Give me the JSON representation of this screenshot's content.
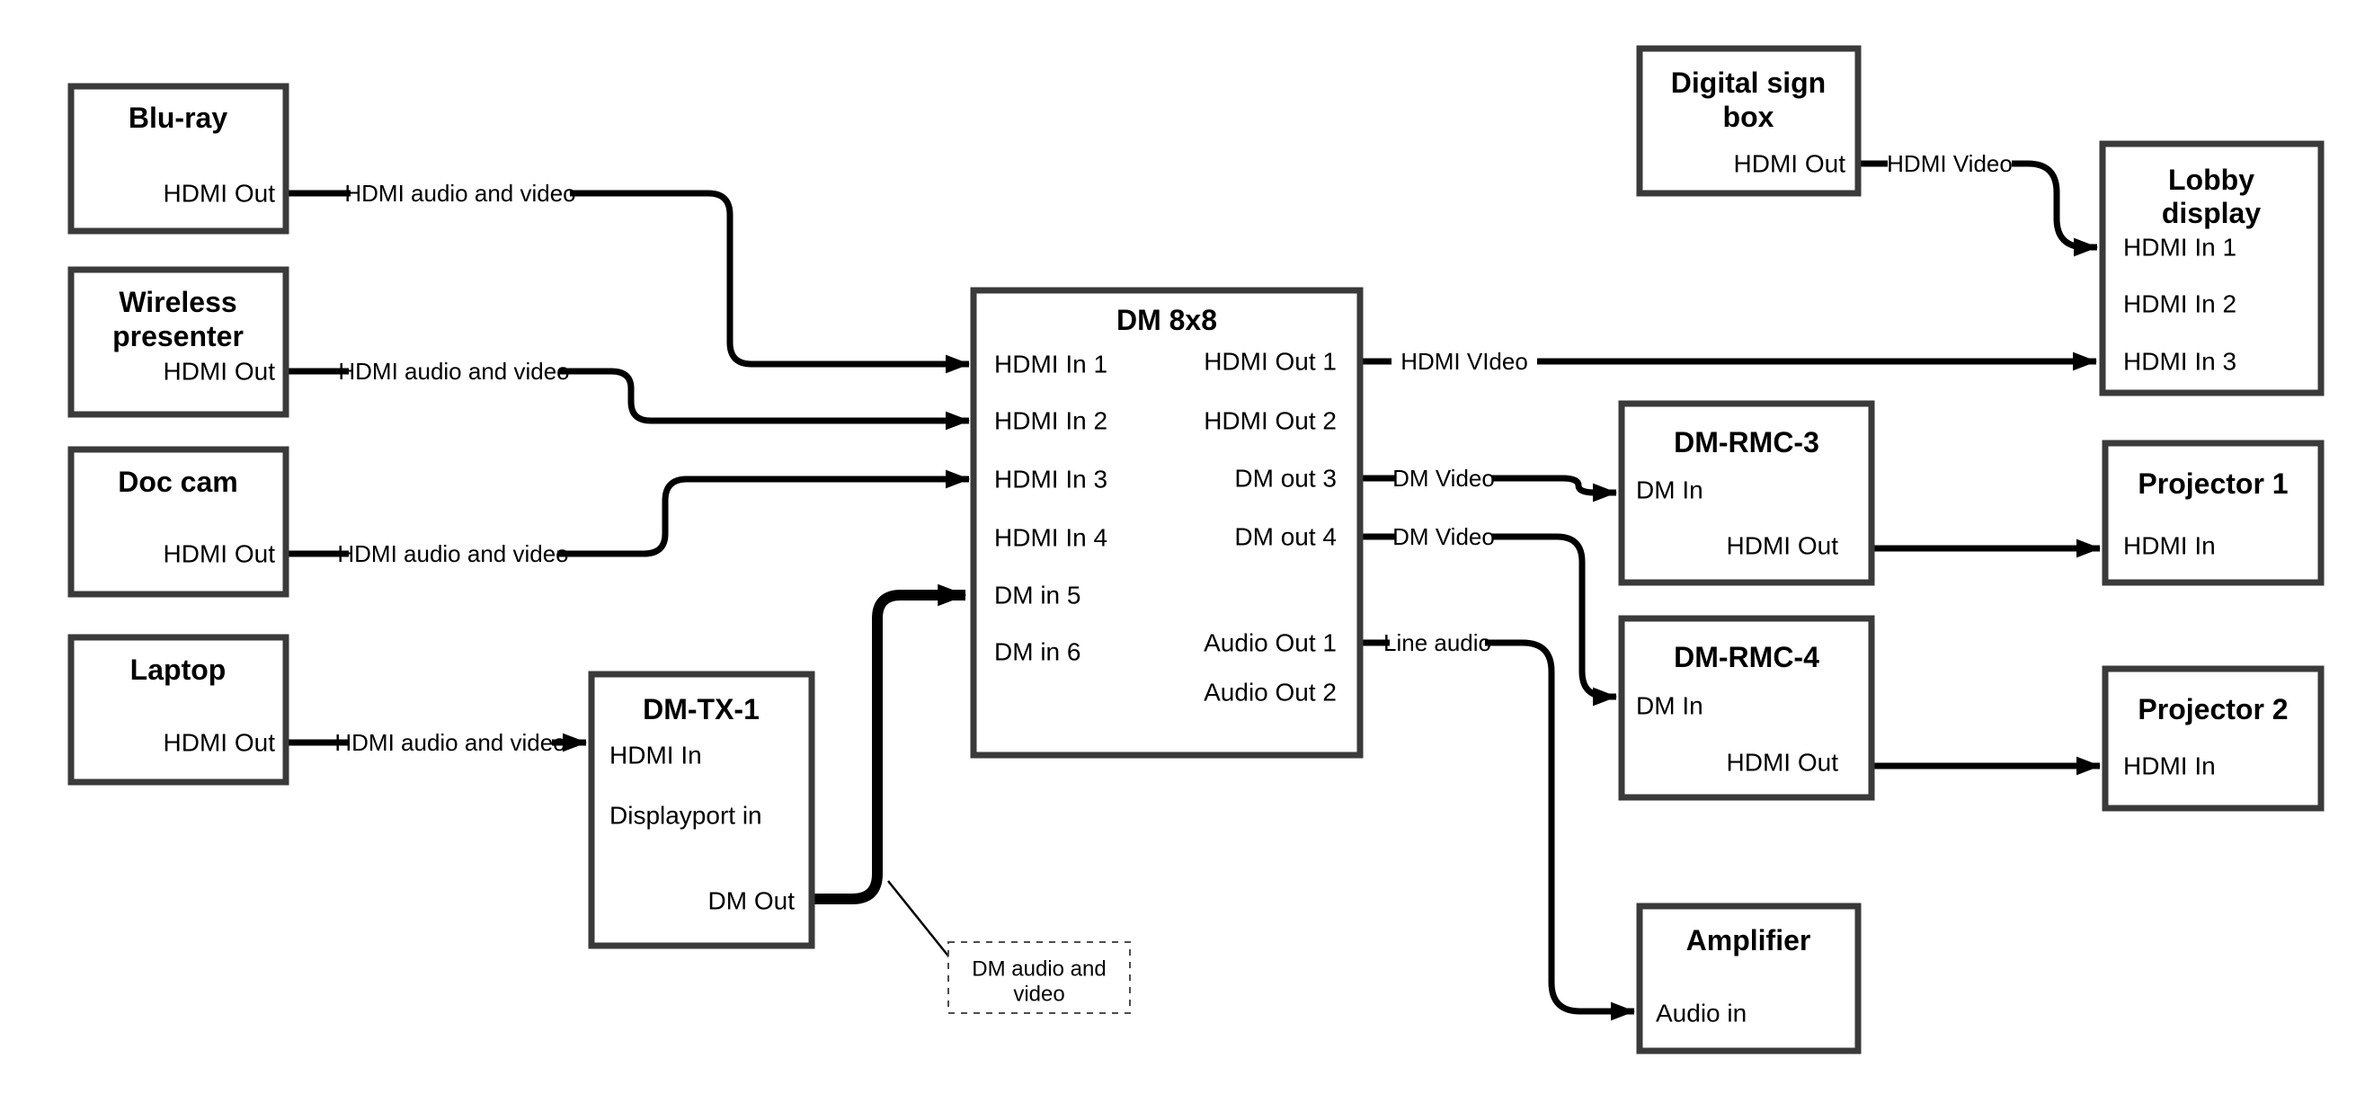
{
  "nodes": {
    "bluray": {
      "title": "Blu-ray",
      "ports": {
        "hdmi_out": "HDMI Out"
      }
    },
    "wireless": {
      "title_line1": "Wireless",
      "title_line2": "presenter",
      "ports": {
        "hdmi_out": "HDMI Out"
      }
    },
    "doc_cam": {
      "title": "Doc cam",
      "ports": {
        "hdmi_out": "HDMI Out"
      }
    },
    "laptop": {
      "title": "Laptop",
      "ports": {
        "hdmi_out": "HDMI Out"
      }
    },
    "dm_tx_1": {
      "title": "DM-TX-1",
      "ports": {
        "hdmi_in": "HDMI In",
        "displayport_in": "Displayport in",
        "dm_out": "DM Out"
      }
    },
    "dm_8x8": {
      "title": "DM 8x8",
      "inputs": [
        "HDMI In 1",
        "HDMI In 2",
        "HDMI In 3",
        "HDMI In 4",
        "DM in 5",
        "DM in 6"
      ],
      "outputs": [
        "HDMI Out 1",
        "HDMI Out 2",
        "DM out 3",
        "DM out 4",
        "Audio Out 1",
        "Audio Out 2"
      ]
    },
    "digital_sign": {
      "title_line1": "Digital sign",
      "title_line2": "box",
      "ports": {
        "hdmi_out": "HDMI Out"
      }
    },
    "lobby_display": {
      "title_line1": "Lobby",
      "title_line2": "display",
      "ports": [
        "HDMI In 1",
        "HDMI In 2",
        "HDMI In 3"
      ]
    },
    "dm_rmc_3": {
      "title": "DM-RMC-3",
      "ports": {
        "dm_in": "DM In",
        "hdmi_out": "HDMI Out"
      }
    },
    "projector_1": {
      "title": "Projector 1",
      "ports": {
        "hdmi_in": "HDMI In"
      }
    },
    "dm_rmc_4": {
      "title": "DM-RMC-4",
      "ports": {
        "dm_in": "DM In",
        "hdmi_out": "HDMI Out"
      }
    },
    "projector_2": {
      "title": "Projector 2",
      "ports": {
        "hdmi_in": "HDMI In"
      }
    },
    "amplifier": {
      "title": "Amplifier",
      "ports": {
        "audio_in": "Audio in"
      }
    }
  },
  "connection_labels": {
    "bluray_to_dm": "HDMI audio and video",
    "wireless_to_dm": "HDMI audio and video",
    "doccam_to_dm": "HDMI audio and video",
    "laptop_to_tx": "HDMI audio and video",
    "hdmiout1_to_lobby": "HDMI VIdeo",
    "dmout3_to_rmc3": "DM Video",
    "dmout4_to_rmc4": "DM Video",
    "audioout1_to_amp": "Line audio",
    "signbox_to_lobby": "HDMI Video"
  },
  "annotation": {
    "line1": "DM audio and",
    "line2": "video"
  },
  "colors": {
    "line": "#000000",
    "box_border": "#3a3a3a",
    "text": "#000000",
    "background": "#ffffff"
  }
}
